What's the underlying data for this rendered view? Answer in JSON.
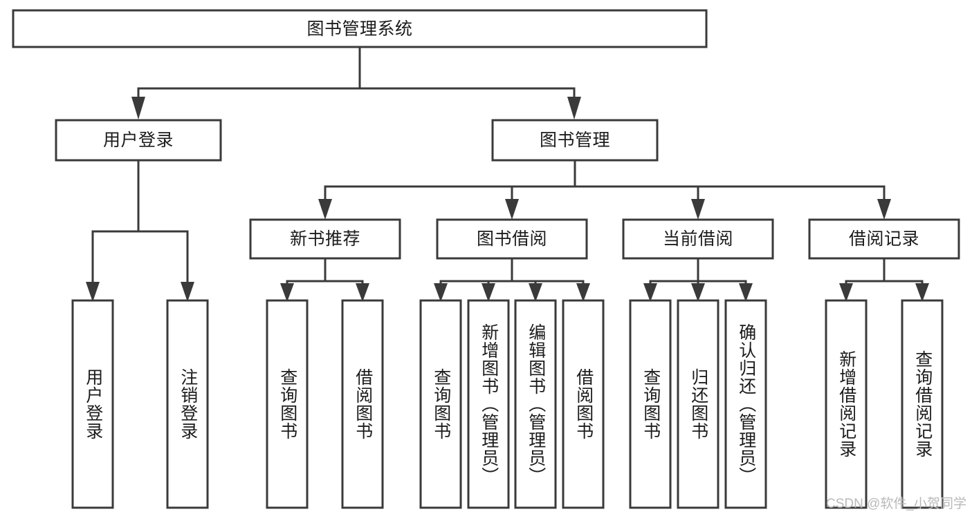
{
  "diagram": {
    "type": "tree-hierarchy",
    "title": "图书管理系统",
    "watermark": "CSDN @软件_小贺同学",
    "colors": {
      "stroke": "#3a3a3a",
      "box_fill": "#ffffff",
      "text": "#1b1b1b",
      "background": "#ffffff",
      "watermark": "#b9b9b9"
    },
    "levels": {
      "root": {
        "label": "图书管理系统",
        "orientation": "horizontal"
      },
      "level2": [
        {
          "label": "用户登录",
          "orientation": "horizontal"
        },
        {
          "label": "图书管理",
          "orientation": "horizontal"
        }
      ],
      "level3": [
        {
          "label": "新书推荐",
          "orientation": "horizontal",
          "parent": "图书管理"
        },
        {
          "label": "图书借阅",
          "orientation": "horizontal",
          "parent": "图书管理"
        },
        {
          "label": "当前借阅",
          "orientation": "horizontal",
          "parent": "图书管理"
        },
        {
          "label": "借阅记录",
          "orientation": "horizontal",
          "parent": "图书管理"
        }
      ],
      "leaves": [
        {
          "label": "用户登录",
          "orientation": "vertical",
          "parent": "用户登录"
        },
        {
          "label": "注销登录",
          "orientation": "vertical",
          "parent": "用户登录"
        },
        {
          "label": "查询图书",
          "orientation": "vertical",
          "parent": "新书推荐"
        },
        {
          "label": "借阅图书",
          "orientation": "vertical",
          "parent": "新书推荐"
        },
        {
          "label": "查询图书",
          "orientation": "vertical",
          "parent": "图书借阅"
        },
        {
          "label": "新增图书（管理员）",
          "orientation": "vertical",
          "parent": "图书借阅"
        },
        {
          "label": "编辑图书（管理员）",
          "orientation": "vertical",
          "parent": "图书借阅"
        },
        {
          "label": "借阅图书",
          "orientation": "vertical",
          "parent": "图书借阅"
        },
        {
          "label": "查询图书",
          "orientation": "vertical",
          "parent": "当前借阅"
        },
        {
          "label": "归还图书",
          "orientation": "vertical",
          "parent": "当前借阅"
        },
        {
          "label": "确认归还（管理员）",
          "orientation": "vertical",
          "parent": "当前借阅"
        },
        {
          "label": "新增借阅记录",
          "orientation": "vertical",
          "parent": "借阅记录"
        },
        {
          "label": "查询借阅记录",
          "orientation": "vertical",
          "parent": "借阅记录"
        }
      ]
    }
  }
}
